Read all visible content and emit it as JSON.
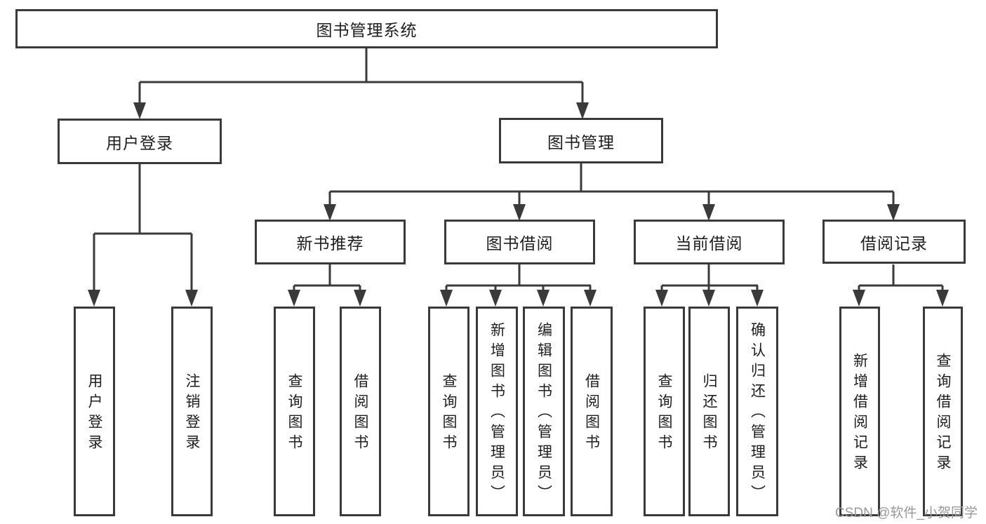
{
  "nodes": {
    "root": "图书管理系统",
    "user_login": "用户登录",
    "book_mgmt": "图书管理",
    "new_book_rec": "新书推荐",
    "book_borrow": "图书借阅",
    "current_borrow": "当前借阅",
    "borrow_record": "借阅记录",
    "leaf_user_login": "用户登录",
    "leaf_logout": "注销登录",
    "nb_query_book": "查询图书",
    "nb_borrow_book": "借阅图书",
    "bb_query_book": "查询图书",
    "bb_add_book": "新增图书（管理员）",
    "bb_edit_book": "编辑图书（管理员）",
    "bb_borrow_book": "借阅图书",
    "cb_query_book": "查询图书",
    "cb_return_book": "归还图书",
    "cb_confirm_return": "确认归还（管理员）",
    "br_add_record": "新增借阅记录",
    "br_query_record": "查询借阅记录"
  },
  "edges": [
    {
      "from": "图书管理系统",
      "to": "用户登录"
    },
    {
      "from": "图书管理系统",
      "to": "图书管理"
    },
    {
      "from": "用户登录",
      "to": "用户登录"
    },
    {
      "from": "用户登录",
      "to": "注销登录"
    },
    {
      "from": "图书管理",
      "to": "新书推荐"
    },
    {
      "from": "图书管理",
      "to": "图书借阅"
    },
    {
      "from": "图书管理",
      "to": "当前借阅"
    },
    {
      "from": "图书管理",
      "to": "借阅记录"
    },
    {
      "from": "新书推荐",
      "to": "查询图书"
    },
    {
      "from": "新书推荐",
      "to": "借阅图书"
    },
    {
      "from": "图书借阅",
      "to": "查询图书"
    },
    {
      "from": "图书借阅",
      "to": "新增图书（管理员）"
    },
    {
      "from": "图书借阅",
      "to": "编辑图书（管理员）"
    },
    {
      "from": "图书借阅",
      "to": "借阅图书"
    },
    {
      "from": "当前借阅",
      "to": "查询图书"
    },
    {
      "from": "当前借阅",
      "to": "归还图书"
    },
    {
      "from": "当前借阅",
      "to": "确认归还（管理员）"
    },
    {
      "from": "借阅记录",
      "to": "新增借阅记录"
    },
    {
      "from": "借阅记录",
      "to": "查询借阅记录"
    }
  ],
  "watermark": "CSDN @软件_小贺同学",
  "colors": {
    "line": "#3a3a3a",
    "text": "#1e1e1e",
    "watermark": "#999999",
    "background": "#ffffff"
  }
}
